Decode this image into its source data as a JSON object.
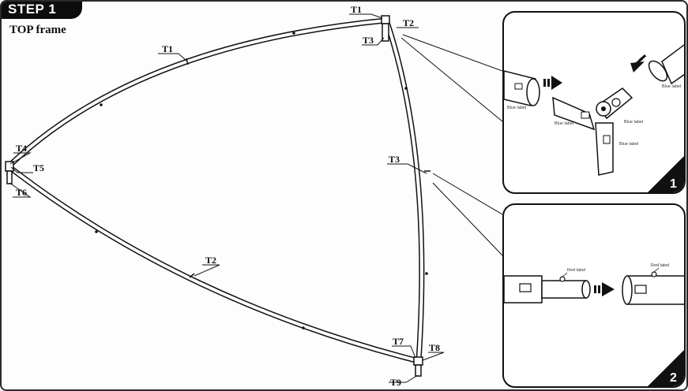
{
  "header": {
    "step_title": "STEP 1",
    "subtitle": "TOP frame"
  },
  "frame": {
    "labels": {
      "t1_top": "T1",
      "t1_left": "T1",
      "t2_right": "T2",
      "t2_bottom": "T2",
      "t3_upper": "T3",
      "t3_right": "T3",
      "t4": "T4",
      "t5": "T5",
      "t6": "T6",
      "t7": "T7",
      "t8": "T8",
      "t9": "T9"
    }
  },
  "inset1": {
    "number": "1",
    "labels": {
      "blue_label_left": "Blue label",
      "blue_label_right": "Blue label",
      "blue_label_tube": "Blue label",
      "blue_label_joint": "Blue label",
      "blue_label_leg": "Blue label"
    }
  },
  "inset2": {
    "number": "2",
    "labels": {
      "red_label": "Red label",
      "red_label_right": "Red label"
    }
  }
}
